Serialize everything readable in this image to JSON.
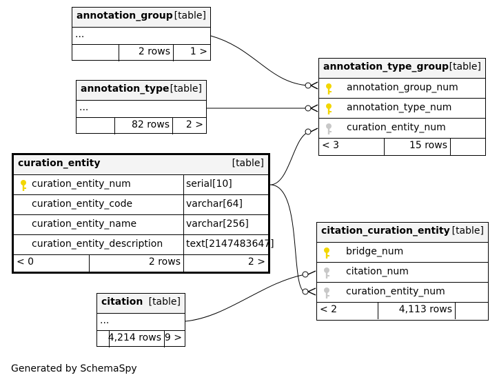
{
  "tables": {
    "annotation_group": {
      "name": "annotation_group",
      "kind": "[table]",
      "rows": [
        "..."
      ],
      "footer": [
        "",
        "2 rows",
        "1 >"
      ]
    },
    "annotation_type": {
      "name": "annotation_type",
      "kind": "[table]",
      "rows": [
        "..."
      ],
      "footer": [
        "",
        "82 rows",
        "2 >"
      ]
    },
    "annotation_type_group": {
      "name": "annotation_type_group",
      "kind": "[table]",
      "rows": [
        {
          "name": "annotation_group_num",
          "key": "primary"
        },
        {
          "name": "annotation_type_num",
          "key": "primary"
        },
        {
          "name": "curation_entity_num",
          "key": "foreign"
        }
      ],
      "footer": [
        "< 3",
        "15 rows",
        ""
      ]
    },
    "curation_entity": {
      "name": "curation_entity",
      "kind": "[table]",
      "rows": [
        {
          "name": "curation_entity_num",
          "type": "serial[10]",
          "key": "primary"
        },
        {
          "name": "curation_entity_code",
          "type": "varchar[64]",
          "key": ""
        },
        {
          "name": "curation_entity_name",
          "type": "varchar[256]",
          "key": ""
        },
        {
          "name": "curation_entity_description",
          "type": "text[2147483647]",
          "key": ""
        }
      ],
      "footer": [
        "< 0",
        "2 rows",
        "2 >"
      ]
    },
    "citation_curation_entity": {
      "name": "citation_curation_entity",
      "kind": "[table]",
      "rows": [
        {
          "name": "bridge_num",
          "key": "primary"
        },
        {
          "name": "citation_num",
          "key": "foreign"
        },
        {
          "name": "curation_entity_num",
          "key": "foreign"
        }
      ],
      "footer": [
        "< 2",
        "4,113 rows",
        ""
      ]
    },
    "citation": {
      "name": "citation",
      "kind": "[table]",
      "rows": [
        "..."
      ],
      "footer": [
        "",
        "4,214 rows",
        "9 >"
      ]
    }
  },
  "caption": "Generated by SchemaSpy",
  "colors": {
    "primary_key": "#f2d600",
    "foreign_key": "#c8c8c8",
    "header_bg": "#f4f4f4"
  }
}
